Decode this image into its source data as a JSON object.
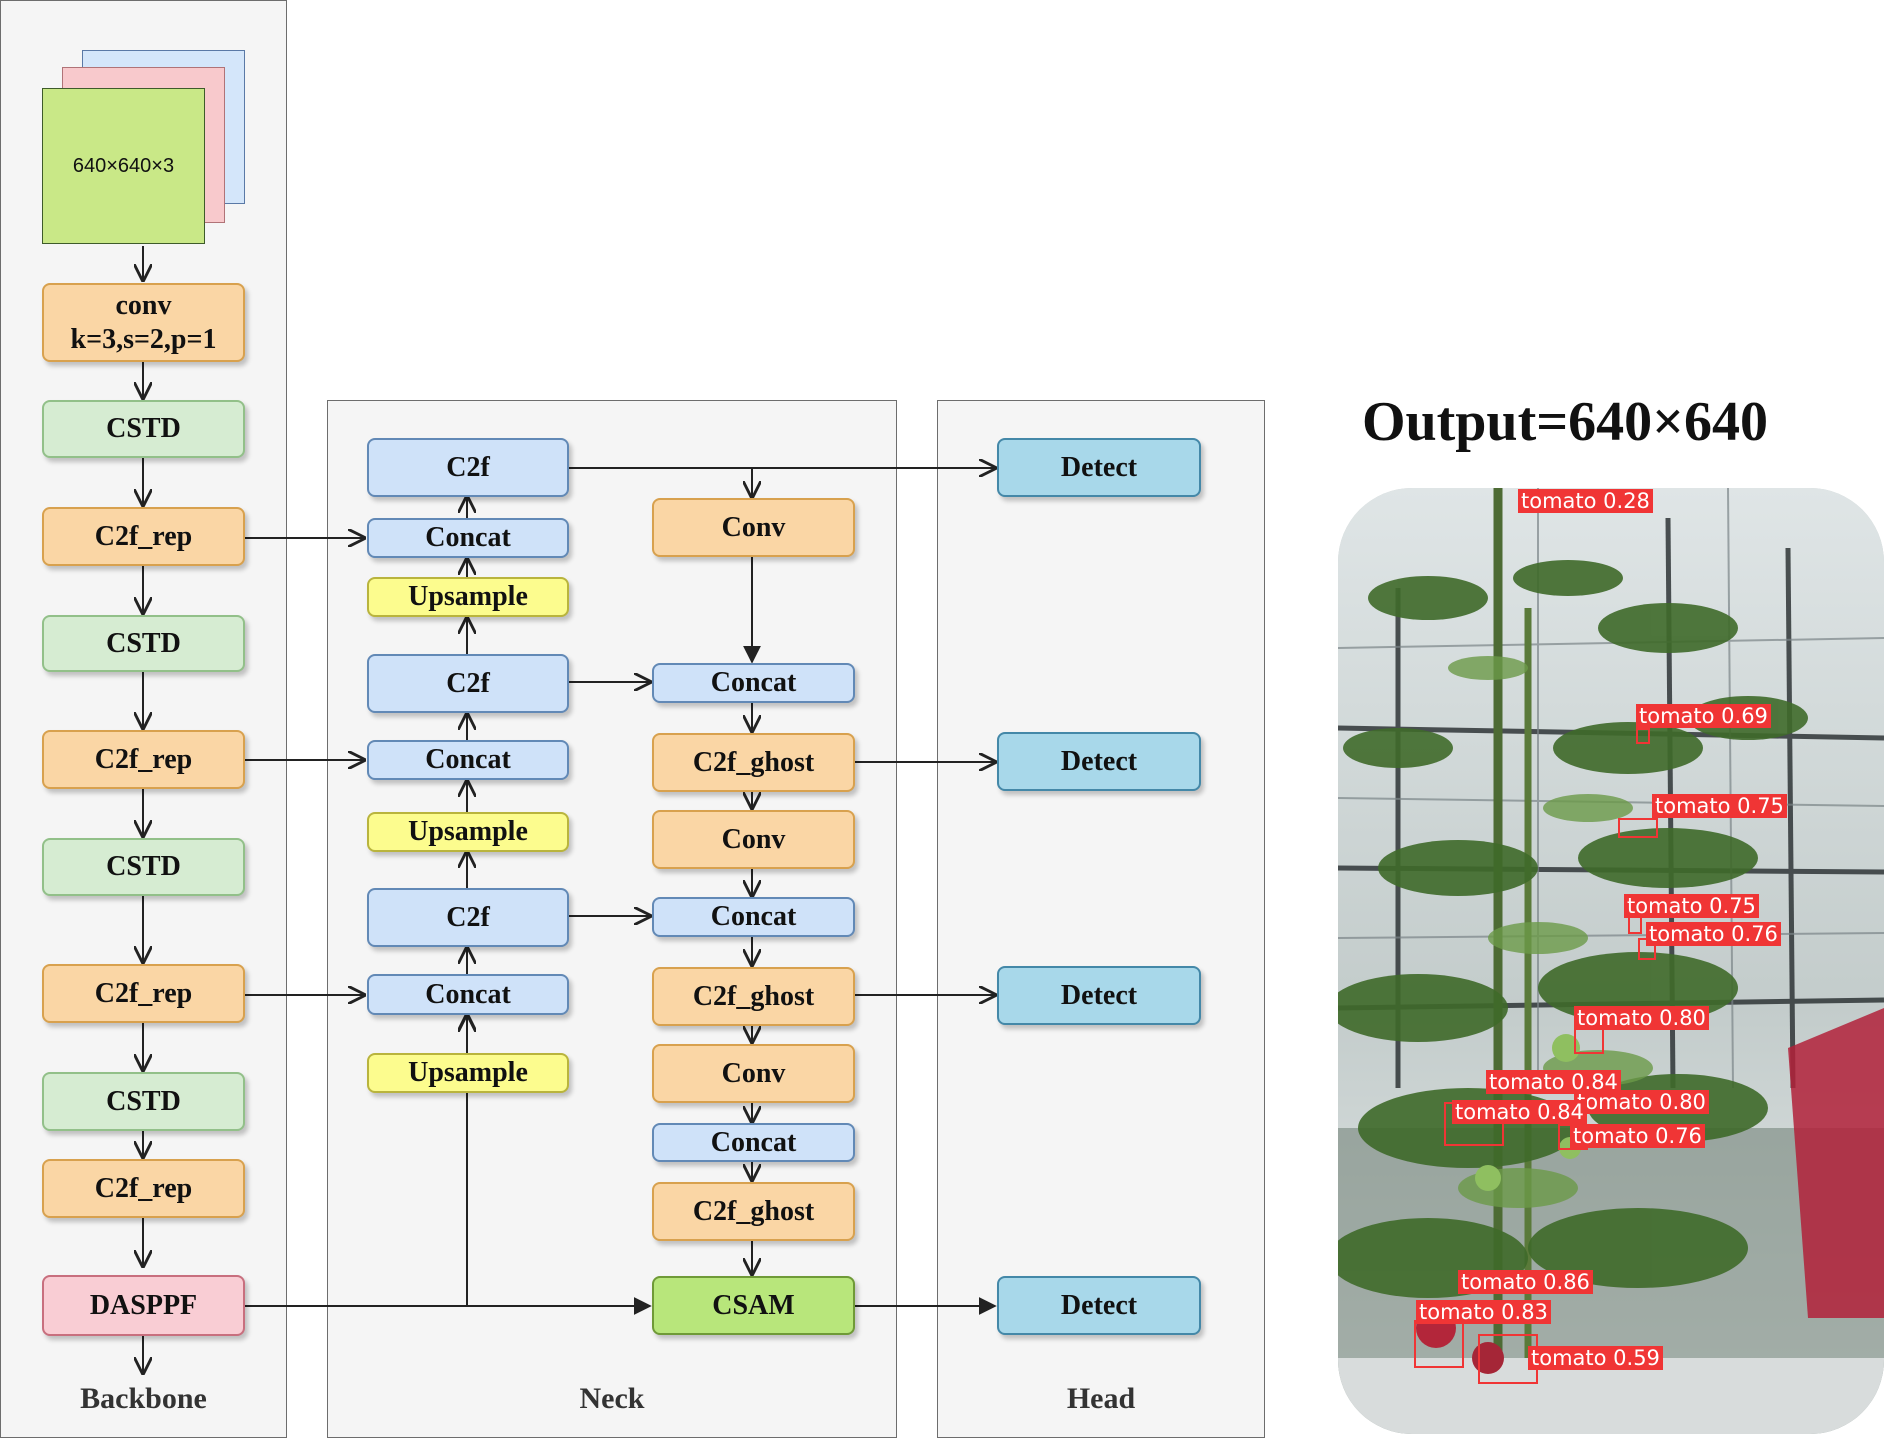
{
  "input": {
    "label": "640×640×3"
  },
  "backbone": {
    "label": "Backbone",
    "blocks": [
      {
        "label": "conv",
        "sub": "k=3,s=2,p=1"
      },
      {
        "label": "CSTD"
      },
      {
        "label": "C2f_rep"
      },
      {
        "label": "CSTD"
      },
      {
        "label": "C2f_rep"
      },
      {
        "label": "CSTD"
      },
      {
        "label": "C2f_rep"
      },
      {
        "label": "CSTD"
      },
      {
        "label": "C2f_rep"
      },
      {
        "label": "DASPPF"
      }
    ]
  },
  "neck": {
    "label": "Neck",
    "left": [
      "C2f",
      "Concat",
      "Upsample",
      "C2f",
      "Concat",
      "Upsample",
      "C2f",
      "Concat",
      "Upsample"
    ],
    "right": [
      "Conv",
      "Concat",
      "C2f_ghost",
      "Conv",
      "Concat",
      "C2f_ghost",
      "Conv",
      "Concat",
      "C2f_ghost",
      "CSAM"
    ]
  },
  "head": {
    "label": "Head",
    "blocks": [
      "Detect",
      "Detect",
      "Detect",
      "Detect"
    ]
  },
  "output": {
    "title": "Output=640×640",
    "detections": [
      "tomato 0.28",
      "tomato 0.69",
      "tomato 0.75",
      "tomato 0.75",
      "tomato 0.76",
      "tomato 0.80",
      "tomato 0.84",
      "tomato 0.80",
      "tomato 0.84",
      "tomato 0.76",
      "tomato 0.86",
      "tomato 0.83",
      "tomato 0.59"
    ]
  },
  "colors": {
    "orange": "#fad6a5",
    "green": "#d6ecd2",
    "blue": "#cfe2f9",
    "yellow": "#fcfc8e",
    "pink": "#f9cdd4",
    "lime": "#b8e67b",
    "detect": "#a8d8ea",
    "input_face": "#c9e887",
    "detection_box": "#f03535"
  }
}
